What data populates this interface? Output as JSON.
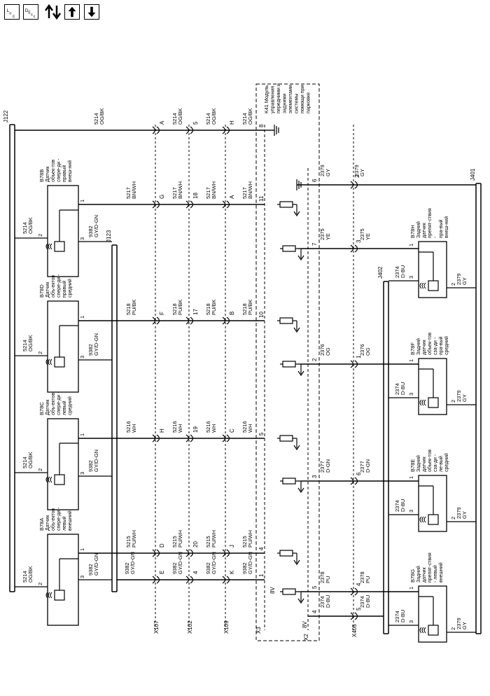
{
  "toolbar": {
    "loc_label": "LOC",
    "desc_label": "DESC",
    "icons": [
      "location-icon",
      "description-icon",
      "connector-swap-icon",
      "up-arrow-icon",
      "down-arrow-icon"
    ]
  },
  "diagram": {
    "splices": [
      "J122",
      "J123",
      "J401",
      "J402"
    ],
    "module": {
      "id": "K41",
      "title": "K41 Модуль управления передними и задними элементами системы помощи при парковке",
      "connectors": [
        "X3",
        "X2"
      ],
      "voltage": "8V"
    },
    "inline_connectors": [
      "X107",
      "X102",
      "X109",
      "X405"
    ],
    "front_sensors": [
      {
        "id": "B78B",
        "name": "Датчик объек-тов спере-ди - правый внеш-ний",
        "signal_circuit": "5217",
        "signal_color": "BN/WH",
        "x107": "G",
        "x102": "18",
        "x109": "A",
        "module_pin": "11"
      },
      {
        "id": "B78D",
        "name": "Датчик объ-ектов спере-ди - правый средний",
        "signal_circuit": "5218",
        "signal_color": "PU/BK",
        "x107": "F",
        "x102": "17",
        "x109": "B",
        "module_pin": "10"
      },
      {
        "id": "B78C",
        "name": "Датчик объ-ектов спере-ди - левый средний",
        "signal_circuit": "5216",
        "signal_color": "WH",
        "x107": "H",
        "x102": "19",
        "x109": "C",
        "module_pin": "5"
      },
      {
        "id": "B78A",
        "name": "Датчик объ-ектов спере-ди - левый внешний",
        "signal_circuit": "5215",
        "signal_color": "PU/WH",
        "x107": "D",
        "x102": "20",
        "x109": "J",
        "module_pin": "4"
      }
    ],
    "front_supply": {
      "circuit": "5214",
      "color": "OG/BK",
      "x107": "A",
      "x102": "5",
      "x109": "H",
      "module_pin": "8"
    },
    "front_ground": {
      "circuit": "9382",
      "color": "GY/D-GN",
      "x107": "E",
      "x102": "4",
      "x109": "K",
      "module_pin": "1"
    },
    "rear_sensors": [
      {
        "id": "B78H",
        "name": "Задний датчик препят-ствия - пра-вый внеш-ний",
        "signal_circuit": "2375",
        "signal_color": "YE",
        "module_pin": "7",
        "x405": "3"
      },
      {
        "id": "B78F",
        "name": "Задний датчик объек-тов сза-ди - пра-вый средний",
        "signal_circuit": "2376",
        "signal_color": "OG",
        "module_pin": "2",
        "x405": "1"
      },
      {
        "id": "B78E",
        "name": "Задний датчик объек-тов сза-ди - ле-вый средний",
        "signal_circuit": "2377",
        "signal_color": "D-GN",
        "module_pin": "3",
        "x405": "6"
      },
      {
        "id": "B78G",
        "name": "Задний датчик препят-ствия - левый внешний",
        "signal_circuit": "2378",
        "signal_color": "PU",
        "module_pin": "5",
        "x405": "4"
      }
    ],
    "rear_supply": {
      "circuit": "2379",
      "color": "GY",
      "module_pin": "6",
      "x405": "2"
    },
    "rear_ground": {
      "circuit": "2374",
      "color": "D-BU",
      "module_pin": "4",
      "x405": "5"
    },
    "pin_labels": {
      "one": "1",
      "two": "2",
      "three": "3"
    }
  }
}
